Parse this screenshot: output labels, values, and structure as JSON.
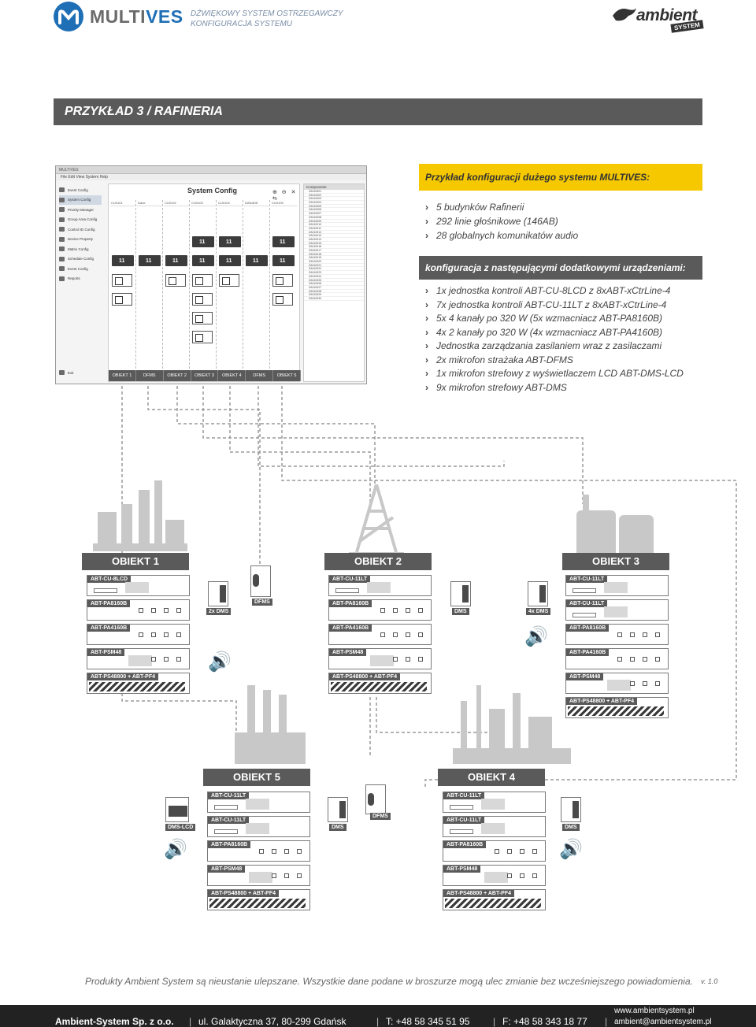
{
  "header": {
    "brand_left_prefix": "MULTI",
    "brand_left_suffix": "VES",
    "subtitle_line1": "DŹWIĘKOWY SYSTEM OSTRZEGAWCZY",
    "subtitle_line2": "KONFIGURACJA SYSTEMU",
    "brand_right": "ambient",
    "brand_right_tag": "SYSTEM"
  },
  "title": "PRZYKŁAD 3 / RAFINERIA",
  "screenshot": {
    "window_title": "MULTIVES",
    "menu": "File  Edit  View  System  Help",
    "heading": "System Config",
    "tools": "⊕ ⊖ ✕ ⇆",
    "sidebar": [
      "Event Config",
      "System Config",
      "Priority Manager",
      "Group Area Config",
      "Control ID Config",
      "Device Property",
      "Matrix Config",
      "Schedule Config",
      "Event Config",
      "Reports"
    ],
    "exit_label": "Exit",
    "columns": [
      "CU0101",
      "Dane",
      "CU0102",
      "CU0103",
      "CU0104",
      "DANADE",
      "CU0105"
    ],
    "bottom_tabs": [
      "OBIEKT 1",
      "DFMS",
      "OBIEKT 2",
      "OBIEKT 3",
      "OBIEKT 4",
      "DFMS",
      "OBIEKT 5"
    ],
    "right_head": "Components",
    "right_rows": [
      "ZA010001",
      "ZA010002",
      "ZA010003",
      "ZA010004",
      "ZA010005",
      "ZA010006",
      "ZA010007",
      "ZA010008",
      "ZA010009",
      "ZA010010",
      "ZA010011",
      "ZA010012",
      "ZA010013",
      "ZA010014",
      "ZA010015",
      "ZA010016",
      "ZA010017",
      "ZA010018",
      "ZA010019",
      "ZA010020",
      "ZA010021",
      "ZA010022",
      "ZA010023",
      "ZA010024",
      "ZA010025",
      "ZA010026",
      "ZA010027",
      "ZA010028",
      "ZA010029",
      "ZA010030"
    ]
  },
  "info": {
    "heading": "Przykład konfiguracji dużego systemu MULTIVES:",
    "items": [
      "5 budynków Rafinerii",
      "292 linie głośnikowe (146AB)",
      "28 globalnych komunikatów audio"
    ],
    "heading2": "konfiguracja z następującymi dodatkowymi urządzeniami:",
    "items2": [
      "1x jednostka kontroli ABT-CU-8LCD z 8xABT-xCtrLine-4",
      "7x jednostka kontroli ABT-CU-11LT z 8xABT-xCtrLine-4",
      "5x 4 kanały po 320 W (5x wzmacniacz ABT-PA8160B)",
      "4x 2 kanały po 320 W (4x wzmacniacz ABT-PA4160B)",
      "Jednostka zarządzania zasilaniem wraz z zasilaczami",
      "2x mikrofon strażaka ABT-DFMS",
      "1x mikrofon strefowy z wyświetlaczem LCD ABT-DMS-LCD",
      "9x mikrofon strefowy ABT-DMS"
    ]
  },
  "diagram": {
    "obiekt1": {
      "label": "OBIEKT 1",
      "units": [
        "ABT-CU-8LCD",
        "ABT-PA8160B",
        "ABT-PA4160B",
        "ABT-PSM48",
        "ABT-PS48800 + ABT-PF4"
      ],
      "tags": [
        "2x DMS",
        "DFMS"
      ]
    },
    "obiekt2": {
      "label": "OBIEKT 2",
      "units": [
        "ABT-CU-11LT",
        "ABT-PA8160B",
        "ABT-PA4160B",
        "ABT-PSM48",
        "ABT-PS48800 + ABT-PF4"
      ],
      "tags": [
        "DMS",
        "4x DMS"
      ]
    },
    "obiekt3": {
      "label": "OBIEKT 3",
      "units": [
        "ABT-CU-11LT",
        "ABT-CU-11LT",
        "ABT-PA8160B",
        "ABT-PA4160B",
        "ABT-PSM48",
        "ABT-PS48800 + ABT-PF4"
      ]
    },
    "obiekt5": {
      "label": "OBIEKT 5",
      "units": [
        "ABT-CU-11LT",
        "ABT-CU-11LT",
        "ABT-PA8160B",
        "ABT-PSM48",
        "ABT-PS48800 + ABT-PF4"
      ],
      "tags": [
        "DMS-LCD",
        "DMS",
        "DFMS"
      ]
    },
    "obiekt4": {
      "label": "OBIEKT 4",
      "units": [
        "ABT-CU-11LT",
        "ABT-CU-11LT",
        "ABT-PA8160B",
        "ABT-PSM48",
        "ABT-PS48800 + ABT-PF4"
      ],
      "tags": [
        "DMS"
      ]
    }
  },
  "footer": {
    "disclaimer": "Produkty Ambient System są nieustanie ulepszane. Wszystkie dane podane w broszurze mogą ulec zmianie bez wcześniejszego powiadomienia.",
    "version": "v. 1.0",
    "company": "Ambient-System Sp. z o.o.",
    "address": "ul. Galaktyczna 37, 80-299 Gdańsk",
    "phone": "T: +48 58 345 51 95",
    "fax": "F: +48 58 343 18 77",
    "email": "ambient@ambientsystem.pl",
    "web": "www.ambientsystem.pl"
  },
  "colors": {
    "brand_blue": "#1f6fb6",
    "accent_yellow": "#f5c800",
    "bar_gray": "#5a5a5a",
    "footer_dark": "#222222"
  }
}
